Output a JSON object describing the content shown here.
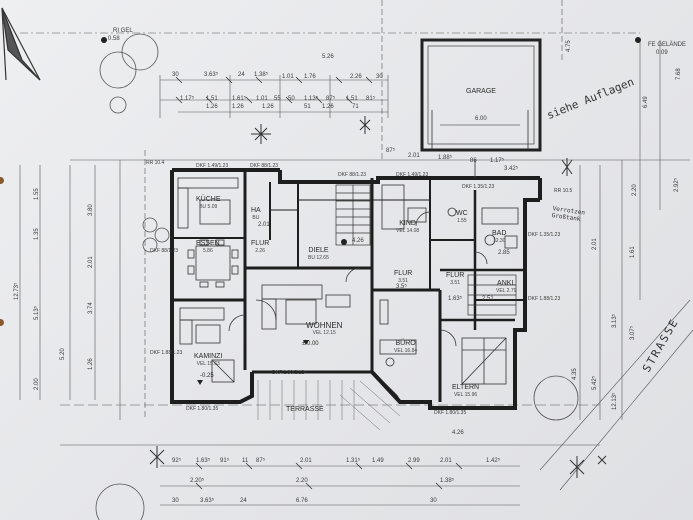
{
  "rooms": {
    "kueche": {
      "name": "KÜCHE",
      "sub": "BU 5.09"
    },
    "essen": {
      "name": "ESSEN",
      "sub": "5.86"
    },
    "flur1": {
      "name": "FLUR",
      "sub": "2.26"
    },
    "wc1": {
      "name": "HA",
      "sub": "BU"
    },
    "diele": {
      "name": "DIELE",
      "sub": "BU 12.65"
    },
    "wohnen": {
      "name": "WOHNEN",
      "sub": "VEL 12.15"
    },
    "kaminzi": {
      "name": "KAMINZI",
      "sub": "VEL 15.63"
    },
    "kind": {
      "name": "KIND",
      "sub": "VEL 14.08"
    },
    "wc2": {
      "name": "WC",
      "sub": "1.55"
    },
    "bad": {
      "name": "BAD",
      "sub": "12.30"
    },
    "flur2": {
      "name": "FLUR",
      "sub": "3.51"
    },
    "flur3": {
      "name": "FLUR",
      "sub": "3.51"
    },
    "ankl": {
      "name": "ANKL",
      "sub": "VEL 2.79"
    },
    "buero": {
      "name": "BÜRO",
      "sub": "VEL 16.84"
    },
    "eltern": {
      "name": "ELTERN",
      "sub": "VEL 15.96"
    },
    "garage": {
      "name": "GARAGE"
    },
    "terrasse": {
      "name": "TERRASSE"
    }
  },
  "notes": {
    "siehe_auflagen": "siehe Auflagen",
    "strasse": "STRASSE",
    "grossfank": "Verrotzen Großtank",
    "level_wohnen": "± 0.00",
    "level_kamin": "-0.25"
  },
  "dimensions": {
    "top_row1": [
      "30",
      "3.63⁵",
      "24",
      "1.38⁵",
      "1.01",
      "1.76",
      "2.26",
      "30"
    ],
    "top_total": "5.26",
    "top_row2": [
      "1.17⁵",
      "1.51",
      "1.61⁵",
      "1.01",
      "55",
      "50",
      "1.13⁵",
      "87⁵",
      "1.51",
      "81⁵"
    ],
    "top_row3": [
      "1.26",
      "1.26",
      "1.26",
      "51",
      "1.26",
      "71"
    ],
    "garage_w": "6.00",
    "garage_h": "6.49",
    "mid_right": [
      "87⁵",
      "2.01",
      "1.88⁵",
      "86",
      "1.17⁵"
    ],
    "mid_right_total": "3.42⁵",
    "bottom_row1": [
      "92⁵",
      "1.63⁵",
      "91⁵",
      "11",
      "87⁵",
      "2.01",
      "1.31⁵",
      "1.49",
      "2.99",
      "2.01",
      "1.42⁵"
    ],
    "bottom_row2": [
      "2.20⁵",
      "2.20",
      "1.38⁵"
    ],
    "bottom_row3": [
      "30",
      "3.63⁵",
      "24",
      "6.76",
      "30"
    ],
    "left_total": "12.73⁵",
    "left_col": [
      "1.55",
      "1.35",
      "2.01",
      "3.80",
      "3.74",
      "5.13⁵",
      "5.20",
      "2.00",
      "1.26"
    ],
    "right_col": [
      "2.20",
      "1.61",
      "2.01",
      "5.42⁵",
      "3.13⁵",
      "4.35",
      "12.13⁵",
      "3.07⁵"
    ],
    "inner": [
      "4.26",
      "2.01",
      "2.51",
      "2.85",
      "1.63⁵",
      "3.5⁵",
      "4.26"
    ],
    "top_marks": [
      "RI GEL",
      "0.58",
      "FE GELÄNDE",
      "0.09",
      "4.75",
      "7.68",
      "2.92⁵"
    ]
  },
  "windows": {
    "labels": [
      "DKF 1.49/1.23",
      "DKF 88/1.23",
      "DKF 88/1.23",
      "DKF 1.49/1.23",
      "DKF 1.35/1.23",
      "DKF 88/1.23",
      "DKF 1.35/1.23",
      "DKF 1.88/1.23",
      "DKF 1.88/1.23",
      "DKF 1.80/2.12⁵",
      "DKF 1.80/1.35",
      "DKF 1.80/1.35",
      "RR 10.4",
      "RR 10.5"
    ]
  }
}
